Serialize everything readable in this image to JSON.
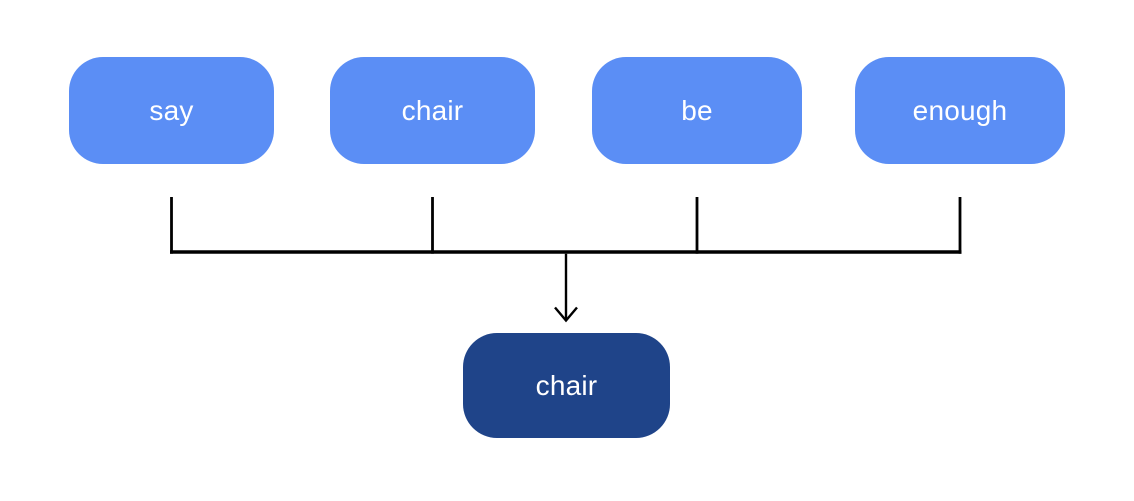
{
  "diagram": {
    "source_words": [
      {
        "label": "say"
      },
      {
        "label": "chair"
      },
      {
        "label": "be"
      },
      {
        "label": "enough"
      }
    ],
    "result_word": {
      "label": "chair"
    },
    "colors": {
      "source_box": "#5B8EF5",
      "result_box": "#1F4489",
      "box_text": "#FFFFFF",
      "line": "#000000",
      "background": "#FFFFFF"
    }
  }
}
